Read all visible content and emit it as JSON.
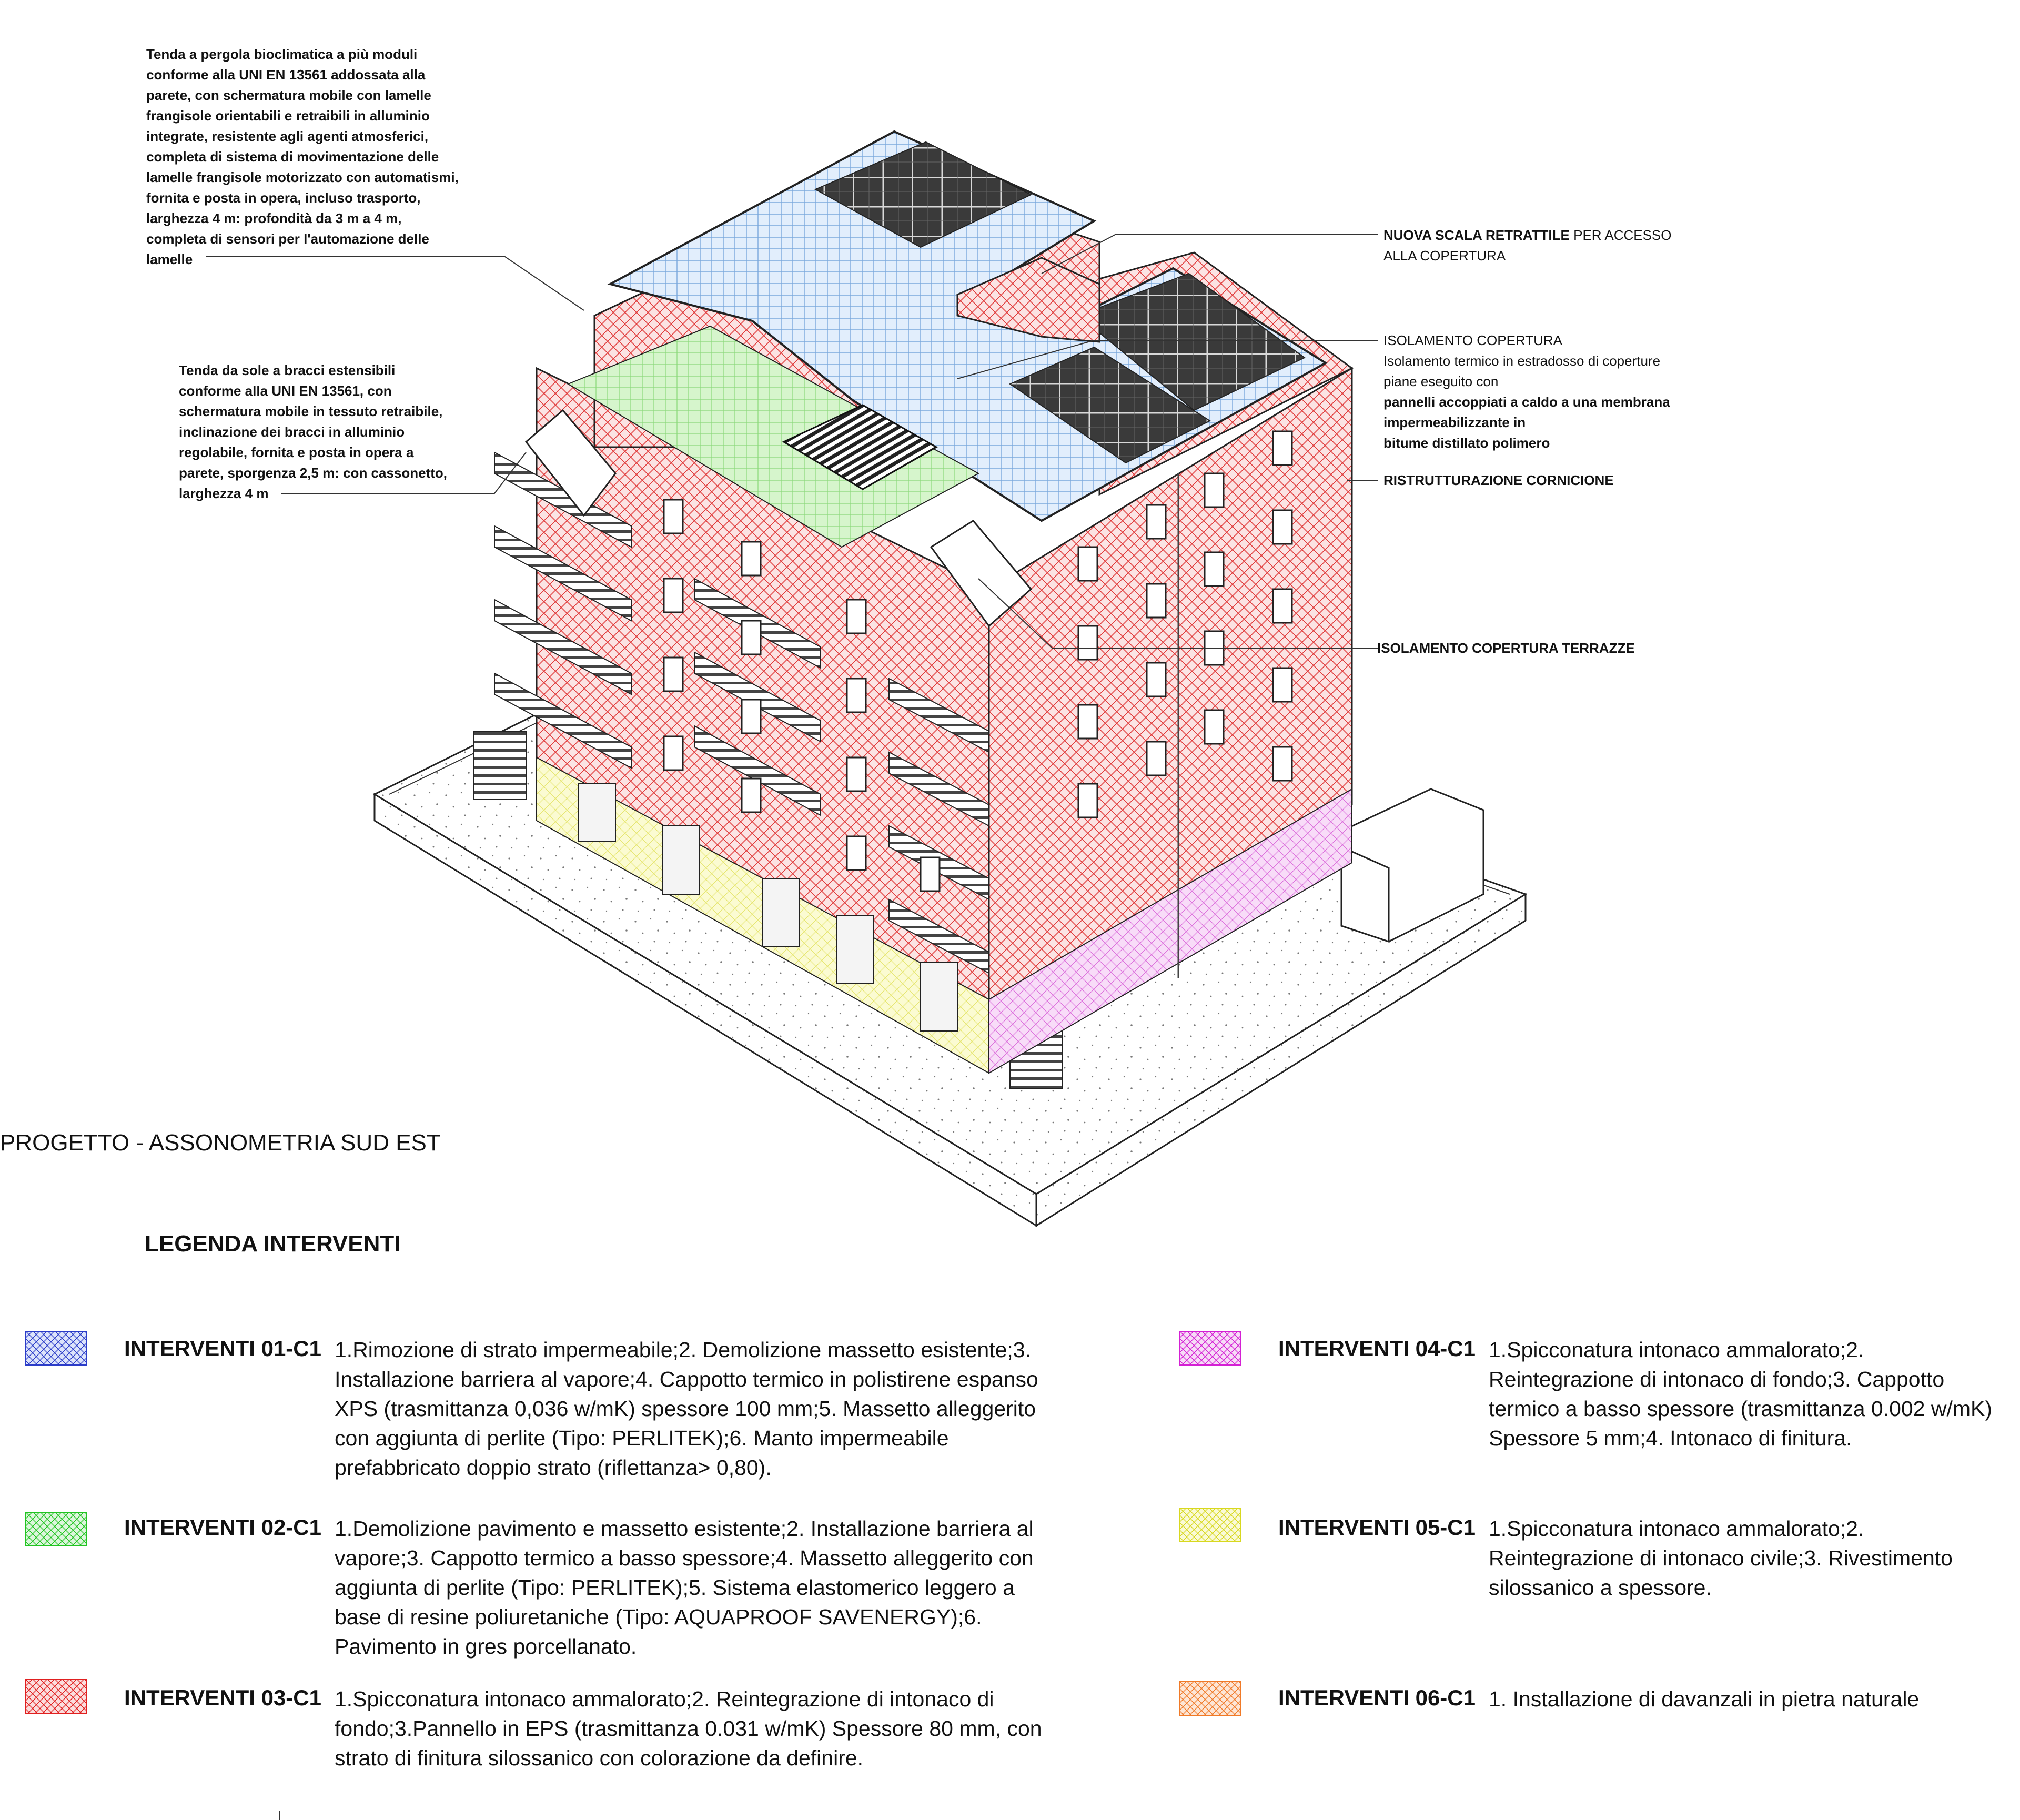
{
  "annotations": {
    "pergola": "Tenda a pergola bioclimatica a più moduli\nconforme alla UNI EN 13561  addossata alla\nparete, con schermatura mobile con lamelle\nfrangisole orientabili e retraibili in alluminio\nintegrate, resistente agli agenti atmosferici,\ncompleta di sistema di movimentazione delle\nlamelle frangisole motorizzato con automatismi,\nfornita e posta in opera, incluso trasporto,\nlarghezza 4 m: profondità da 3 m a 4 m,\ncompleta di sensori per l'automazione delle\nlamelle",
    "tenda_sole": "Tenda da sole a bracci estensibili\nconforme alla UNI EN 13561, con\nschermatura mobile in tessuto retraibile,\ninclinazione dei bracci in alluminio\nregolabile, fornita e posta in opera a\nparete, sporgenza 2,5 m: con cassonetto,\nlarghezza 4 m",
    "scala_bold": "NUOVA SCALA RETRATTILE",
    "scala_rest": " PER ACCESSO",
    "scala_line2": "ALLA COPERTURA",
    "isolamento_title": "ISOLAMENTO COPERTURA",
    "isolamento_text": "Isolamento termico in estradosso di coperture\npiane eseguito con",
    "isolamento_bold": "pannelli accoppiati a caldo a una membrana\nimpermeabilizzante in\nbitume distillato polimero",
    "cornicione": "RISTRUTTURAZIONE CORNICIONE",
    "terrazze": "ISOLAMENTO COPERTURA TERRAZZE"
  },
  "view_title": "PROGETTO - ASSONOMETRIA SUD EST",
  "legend": {
    "title": "LEGENDA INTERVENTI",
    "items": [
      {
        "code": "INTERVENTI 01-C1",
        "color": "#2b3cc8",
        "description": "1.Rimozione di strato impermeabile;2. Demolizione massetto esistente;3. Installazione barriera al vapore;4. Cappotto termico in polistirene espanso XPS (trasmittanza 0,036 w/mK) spessore 100 mm;5. Massetto alleggerito con aggiunta di perlite (Tipo: PERLITEK);6. Manto impermeabile prefabbricato doppio strato (riflettanza> 0,80)."
      },
      {
        "code": "INTERVENTI 02-C1",
        "color": "#22c422",
        "description": "1.Demolizione pavimento e massetto esistente;2. Installazione barriera al vapore;3. Cappotto termico a basso spessore;4. Massetto alleggerito con aggiunta di perlite (Tipo: PERLITEK);5. Sistema elastomerico leggero a base di resine poliuretaniche (Tipo: AQUAPROOF SAVENERGY);6. Pavimento in gres porcellanato."
      },
      {
        "code": "INTERVENTI 03-C1",
        "color": "#e02020",
        "description": "1.Spicconatura intonaco ammalorato;2. Reintegrazione di intonaco di fondo;3.Pannello in EPS (trasmittanza 0.031 w/mK) Spessore 80 mm, con strato di finitura silossanico con colorazione da definire."
      },
      {
        "code": "INTERVENTI 04-C1",
        "color": "#d420d4",
        "description": "1.Spicconatura intonaco ammalorato;2. Reintegrazione di intonaco di fondo;3. Cappotto termico a basso spessore (trasmittanza 0.002 w/mK) Spessore 5 mm;4. Intonaco di finitura."
      },
      {
        "code": "INTERVENTI 05-C1",
        "color": "#d8d820",
        "description": "1.Spicconatura intonaco ammalorato;2. Reintegrazione di intonaco civile;3. Rivestimento silossanico a spessore."
      },
      {
        "code": "INTERVENTI 06-C1",
        "color": "#f07a28",
        "description": "1. Installazione di davanzali in pietra naturale"
      }
    ]
  }
}
